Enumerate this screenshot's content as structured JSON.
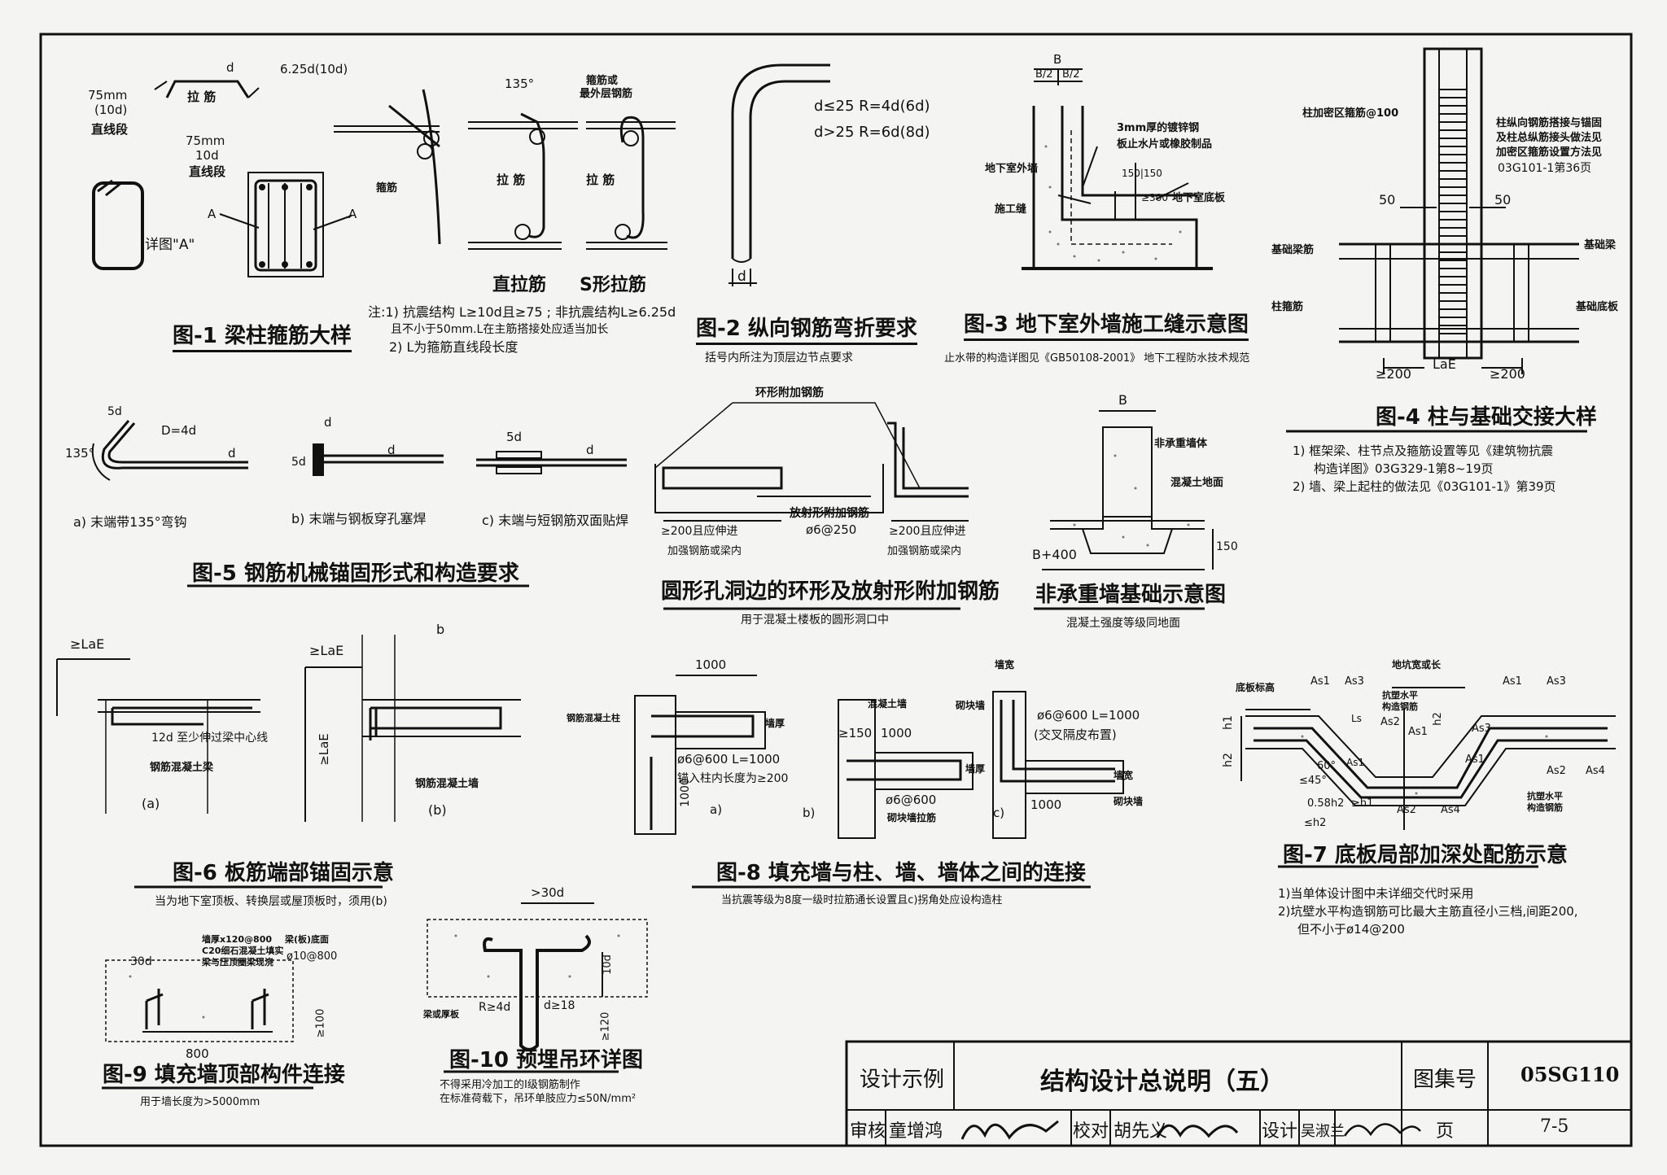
{
  "figures": {
    "fig1": {
      "title": "图-1 梁柱箍筋大样",
      "labels": [
        "75mm",
        "(10d)",
        "直线段",
        "d",
        "拉 筋",
        "6.25d(10d)",
        "75mm",
        "10d",
        "直线段",
        "详图\"A\"",
        "A",
        "A",
        "箍筋",
        "箍筋或",
        "最外层钢筋",
        "拉 筋",
        "拉 筋",
        "135°"
      ],
      "sub_straight": "直拉筋",
      "sub_s": "S形拉筋",
      "notes": [
        "注:1) 抗震结构 L≥10d且≥75 ; 非抗震结构L≥6.25d",
        "且不小于50mm.L在主筋搭接处应适当加长",
        "2) L为箍筋直线段长度"
      ]
    },
    "fig2": {
      "title": "图-2 纵向钢筋弯折要求",
      "line1": "d≤25 R=4d(6d)",
      "line2": "d>25 R=6d(8d)",
      "d": "d",
      "note": "括号内所注为顶层边节点要求"
    },
    "fig3": {
      "title": "图-3 地下室外墙施工缝示意图",
      "labels": [
        "B",
        "B/2",
        "B/2",
        "3mm厚的镀锌钢",
        "板止水片或橡胶制品",
        "地下室外墙",
        "施工缝",
        "150|150",
        "≥300",
        "地下室底板"
      ],
      "note": "止水带的构造详图见《GB50108-2001》 地下工程防水技术规范"
    },
    "fig4": {
      "title": "图-4 柱与基础交接大样",
      "labels": [
        "柱加密区箍筋@100",
        "柱纵向钢筋搭接与锚固",
        "及柱总纵筋接头做法见",
        "加密区箍筋设置方法见",
        "03G101-1第36页",
        "50",
        "50",
        "基础梁筋",
        "基础梁",
        "柱箍筋",
        "基础底板",
        "≥200",
        "LaE",
        "≥200"
      ],
      "notes": [
        "1) 框架梁、柱节点及箍筋设置等见《建筑物抗震",
        "构造详图》03G329-1第8~19页",
        "2) 墙、梁上起柱的做法见《03G101-1》第39页"
      ]
    },
    "fig5": {
      "title": "图-5 钢筋机械锚固形式和构造要求",
      "labels": [
        "5d",
        "D=4d",
        "135°",
        "d",
        "d",
        "5d",
        "d",
        "5d",
        "d"
      ],
      "sub_a": "a) 末端带135°弯钩",
      "sub_b": "b) 末端与钢板穿孔塞焊",
      "sub_c": "c) 末端与短钢筋双面贴焊"
    },
    "ring": {
      "title": "圆形孔洞边的环形及放射形附加钢筋",
      "labels": [
        "环形附加钢筋",
        "放射形附加钢筋",
        "ø6@250",
        "≥200且应伸进",
        "加强钢筋或梁内",
        "≥200且应伸进",
        "加强钢筋或梁内"
      ],
      "note": "用于混凝土楼板的圆形洞口中"
    },
    "wall": {
      "title": "非承重墙基础示意图",
      "labels": [
        "B",
        "非承重墙体",
        "混凝土地面",
        "B+400",
        "150"
      ],
      "note": "混凝土强度等级同地面"
    },
    "fig6": {
      "title": "图-6 板筋端部锚固示意",
      "labels": [
        "≥LaE",
        "12d 至少伸过梁中心线",
        "钢筋混凝土梁",
        "(a)",
        "b",
        "≥LaE",
        "≥LaE",
        "钢筋混凝土墙",
        "(b)"
      ],
      "note": "当为地下室顶板、转换层或屋顶板时，须用(b)"
    },
    "fig8": {
      "title": "图-8 填充墙与柱、墙、墙体之间的连接",
      "labels": [
        "1000",
        "钢筋混凝土柱",
        "墙厚",
        "ø6@600 L=1000",
        "锚入柱内长度为≥200",
        "1000",
        "a)",
        "混凝土墙",
        "≥150",
        "1000",
        "墙厚",
        "ø6@600",
        "砌块墙拉筋",
        "b)",
        "墙宽",
        "砌块墙",
        "ø6@600 L=1000",
        "(交叉隔皮布置)",
        "1000",
        "墙宽",
        "砌块墙",
        "c)"
      ],
      "note": "当抗震等级为8度一级时拉筋通长设置且c)拐角处应设构造柱"
    },
    "fig7": {
      "title": "图-7 底板局部加深处配筋示意",
      "labels": [
        "地坑宽或长",
        "底板标高",
        "As1",
        "As3",
        "抗塑水平",
        "构造钢筋",
        "As1",
        "As3",
        "As2",
        "h1",
        "h2",
        "h2",
        "Ls",
        "As1",
        "As3",
        "As1",
        "As1",
        "60°",
        "≤45°",
        "0.58h2",
        "≥h1",
        "As2",
        "As4",
        "As2",
        "As4",
        "抗塑水平",
        "构造钢筋",
        "≤h2"
      ],
      "notes": [
        "1)当单体设计图中未详细交代时采用",
        "2)坑壁水平构造钢筋可比最大主筋直径小三档,间距200,",
        "但不小于ø14@200"
      ]
    },
    "fig9": {
      "title": "图-9 填充墙顶部构件连接",
      "labels": [
        "墙厚x120@800",
        "C20细石混凝土填实",
        "梁与压顶圈梁现浇",
        "梁(板)底面",
        "30d",
        "ø10@800",
        "≥100",
        "800"
      ],
      "note": "用于墙长度为>5000mm"
    },
    "fig10": {
      "title": "图-10 预埋吊环详图",
      "labels": [
        ">30d",
        "梁或厚板",
        "R≥4d",
        "d≥18",
        "10d",
        "≥120"
      ],
      "notes": [
        "不得采用冷加工的I级钢筋制作",
        "在标准荷载下，吊环单肢应力≤50N/mm²"
      ]
    }
  },
  "title_block": {
    "example": "设计示例",
    "name": "结构设计总说明（五）",
    "atlas_label": "图集号",
    "atlas_no": "05SG110",
    "review_label": "审核",
    "reviewer": "童增鸿",
    "check_label": "校对",
    "checker": "胡先义",
    "design_label": "设计",
    "designer": "吴淑兰",
    "page_label": "页",
    "page_no": "7-5"
  }
}
